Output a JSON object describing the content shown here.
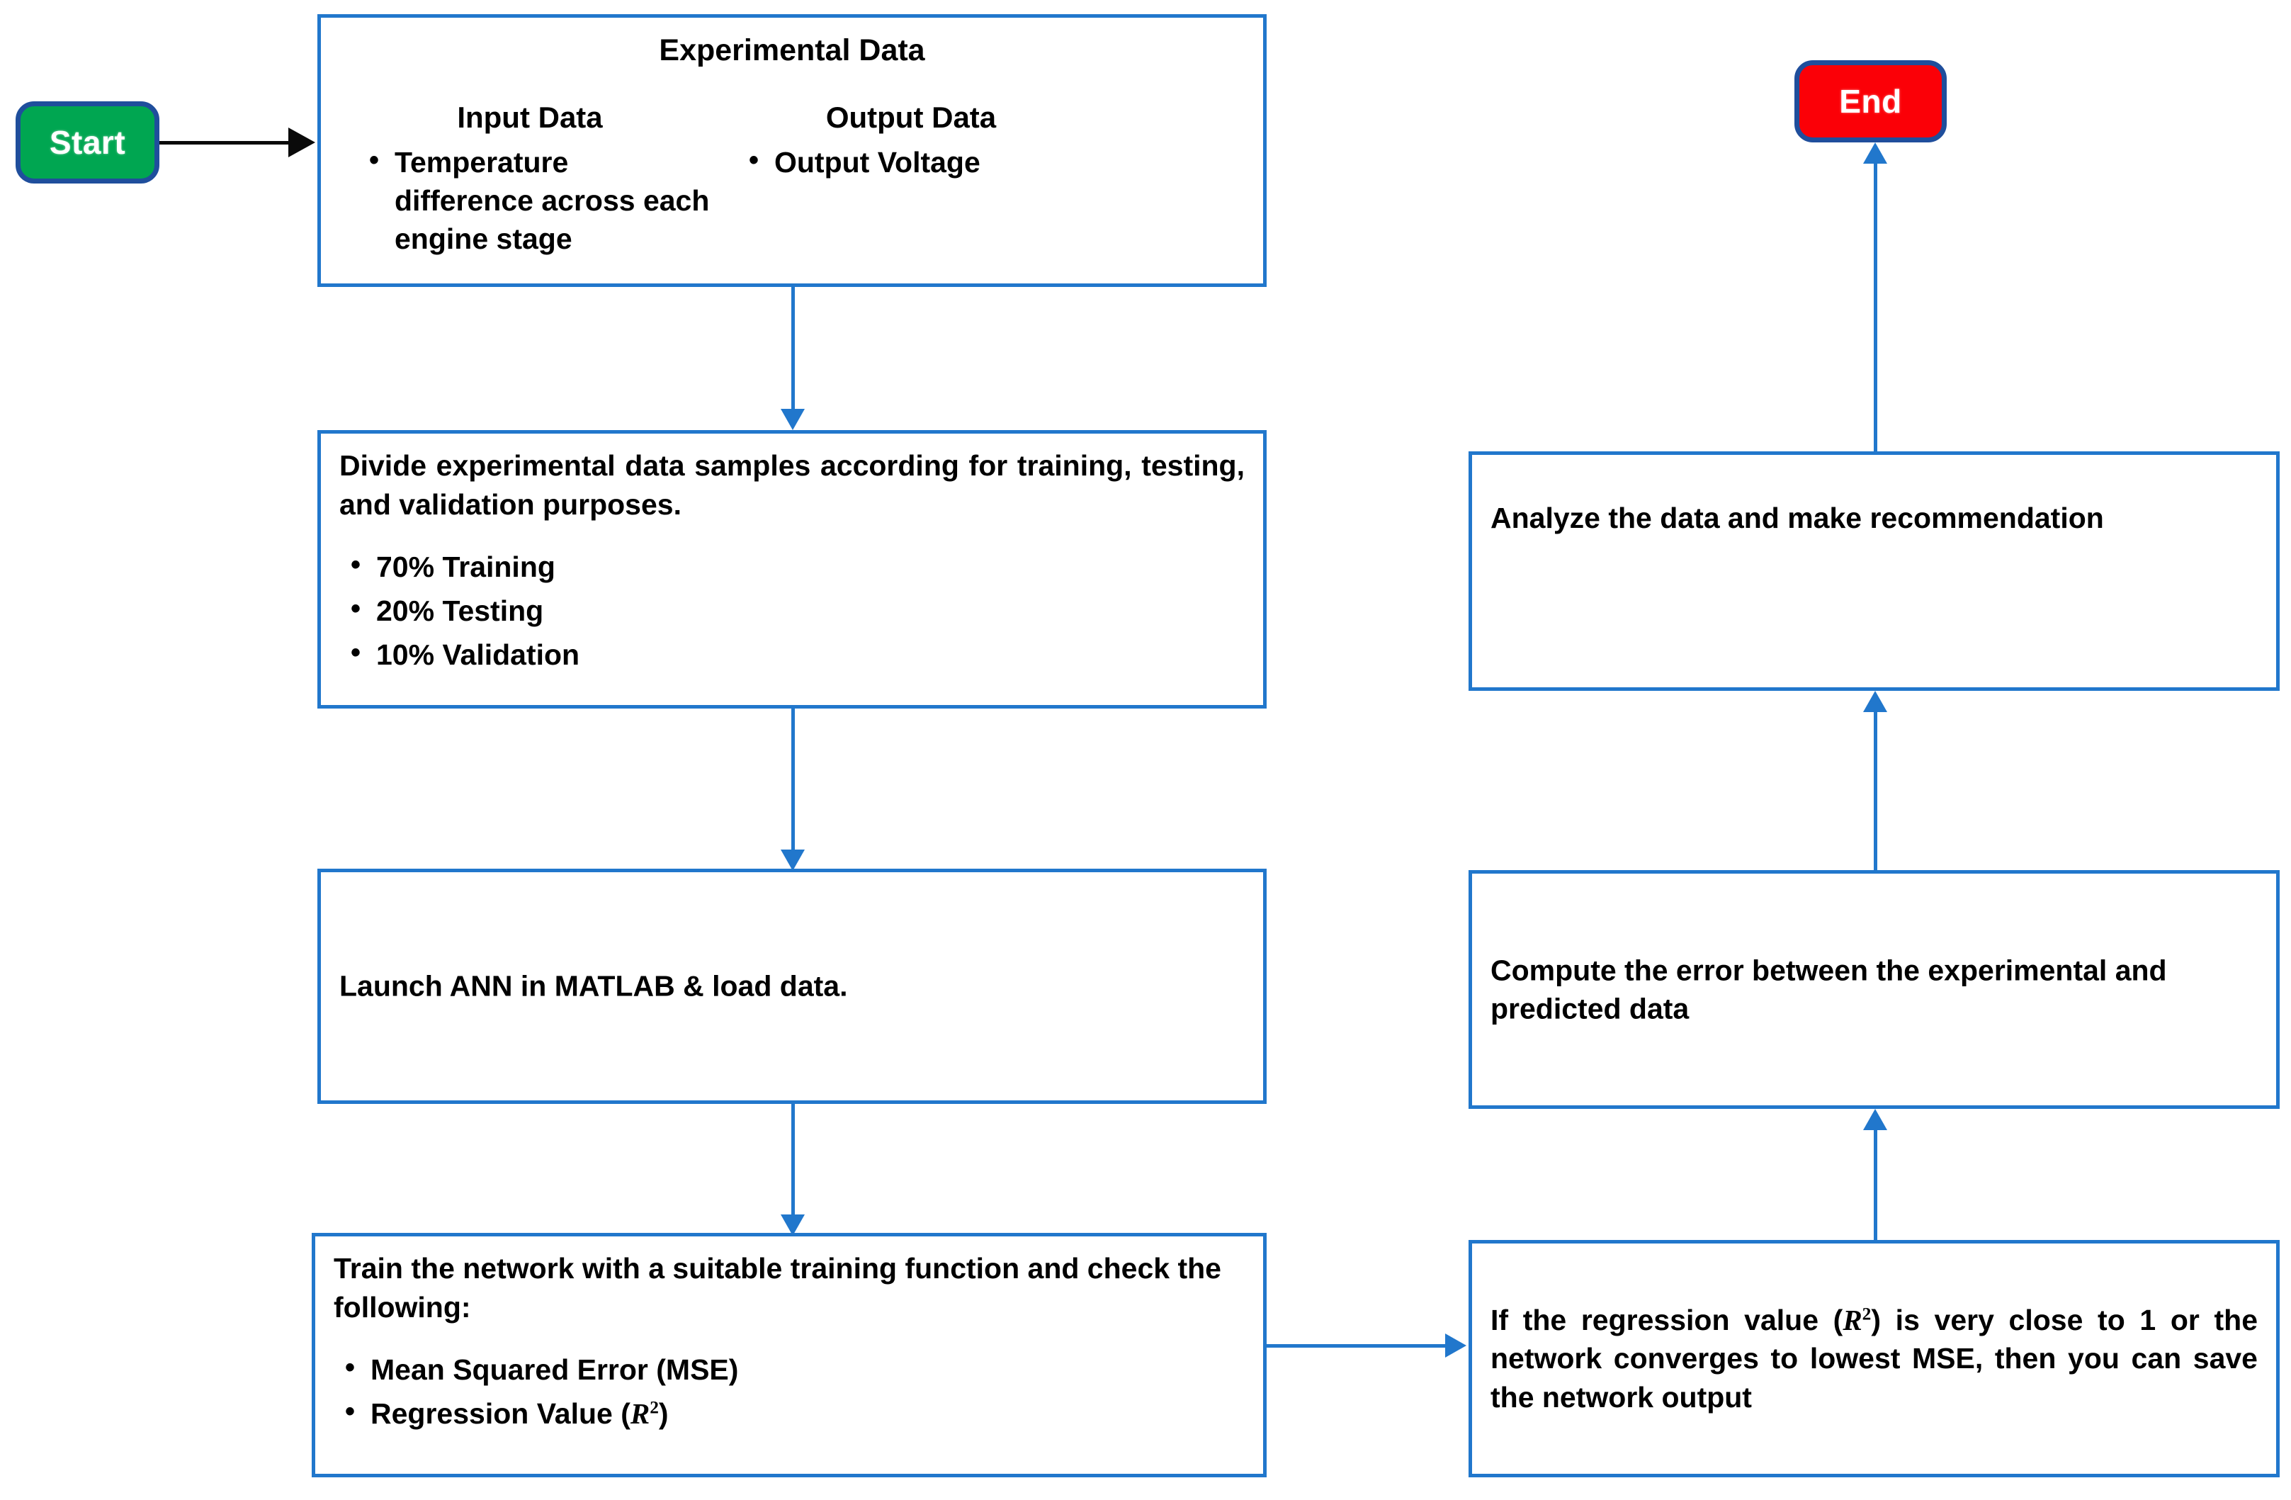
{
  "diagram": {
    "title": "Artificial Neural Network (ANN) methodology flowchart",
    "colors": {
      "start_fill": "#00A651",
      "end_fill": "#FB0007",
      "node_border": "#1F4E9C",
      "box_border": "#2177CC",
      "connector_blue": "#2177CC",
      "connector_black": "#0A0A0A",
      "text": "#000000",
      "terminator_text": "#FFFFFF",
      "background": "#FFFFFF"
    }
  },
  "nodes": {
    "start": {
      "label": "Start"
    },
    "end": {
      "label": "End"
    },
    "experimental_data": {
      "title": "Experimental Data",
      "input_heading": "Input Data",
      "input_items": [
        "Temperature difference across each engine stage"
      ],
      "output_heading": "Output Data",
      "output_items": [
        "Output Voltage"
      ]
    },
    "divide_data": {
      "paragraph": "Divide experimental data samples according for training, testing, and validation purposes.",
      "items": [
        "70% Training",
        "20% Testing",
        "10% Validation"
      ]
    },
    "launch_ann": {
      "paragraph": "Launch ANN in MATLAB & load data."
    },
    "train_network": {
      "paragraph": "Train the network with a suitable training function and check the following:",
      "items_prefix": [
        "Mean Squared Error (MSE)",
        "Regression Value ("
      ],
      "item_1": "Mean Squared Error (MSE)",
      "item_2_prefix": "Regression Value (",
      "item_2_var": "R",
      "item_2_exp": "2",
      "item_2_suffix": ")"
    },
    "regression_check": {
      "part_1": "If the regression value (",
      "var": "R",
      "exp": "2",
      "part_2": ") is very close to 1 or the network converges to lowest MSE, then you can save the network output"
    },
    "compute_error": {
      "paragraph": "Compute the error between the experimental and predicted data"
    },
    "analyze_data": {
      "paragraph": "Analyze the data and make recommendation"
    }
  },
  "connectors": [
    {
      "id": "start-to-experimental",
      "from": "start",
      "to": "experimental_data",
      "direction": "right",
      "color": "#0A0A0A"
    },
    {
      "id": "experimental-to-divide",
      "from": "experimental_data",
      "to": "divide_data",
      "direction": "down",
      "color": "#2177CC"
    },
    {
      "id": "divide-to-launch",
      "from": "divide_data",
      "to": "launch_ann",
      "direction": "down",
      "color": "#2177CC"
    },
    {
      "id": "launch-to-train",
      "from": "launch_ann",
      "to": "train_network",
      "direction": "down",
      "color": "#2177CC"
    },
    {
      "id": "train-to-regression",
      "from": "train_network",
      "to": "regression_check",
      "direction": "right",
      "color": "#2177CC"
    },
    {
      "id": "regression-to-compute",
      "from": "regression_check",
      "to": "compute_error",
      "direction": "up",
      "color": "#2177CC"
    },
    {
      "id": "compute-to-analyze",
      "from": "compute_error",
      "to": "analyze_data",
      "direction": "up",
      "color": "#2177CC"
    },
    {
      "id": "analyze-to-end",
      "from": "analyze_data",
      "to": "end",
      "direction": "up",
      "color": "#2177CC"
    }
  ]
}
